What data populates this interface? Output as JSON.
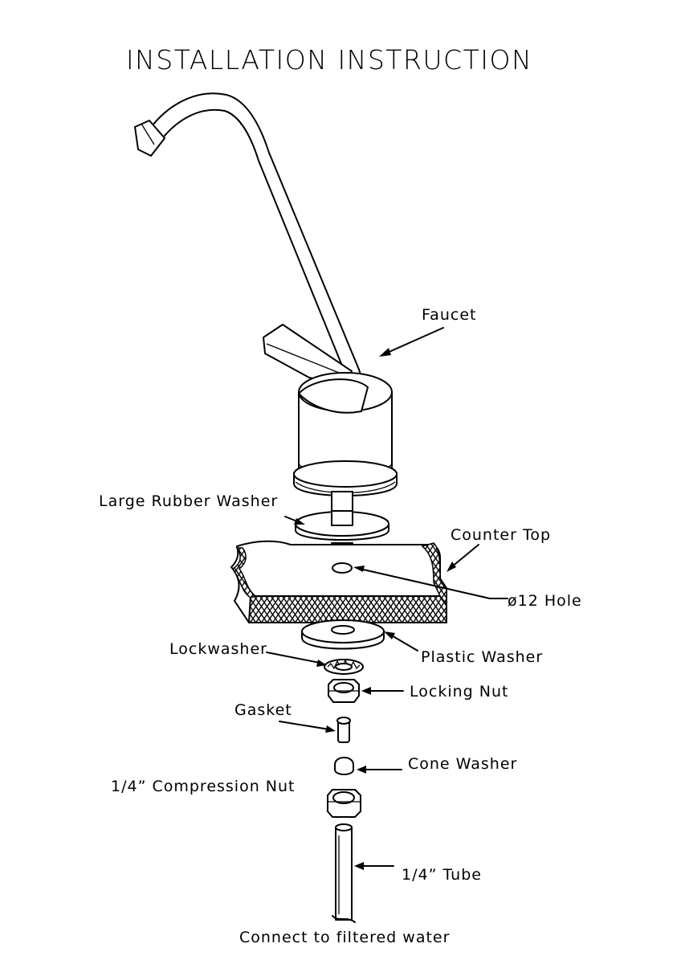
{
  "title": "INSTALLATION  INSTRUCTION",
  "labels": {
    "faucet": "Faucet",
    "large_rubber_washer": "Large Rubber Washer",
    "counter_top": "Counter Top",
    "hole": "ø12 Hole",
    "plastic_washer": "Plastic Washer",
    "lockwasher": "Lockwasher",
    "locking_nut": "Locking Nut",
    "gasket": "Gasket",
    "cone_washer": "Cone Washer",
    "compression_nut": "1/4” Compression Nut",
    "tube": "1/4” Tube",
    "connect": "Connect to filtered water"
  },
  "colors": {
    "line": "#000000",
    "background": "#ffffff"
  }
}
